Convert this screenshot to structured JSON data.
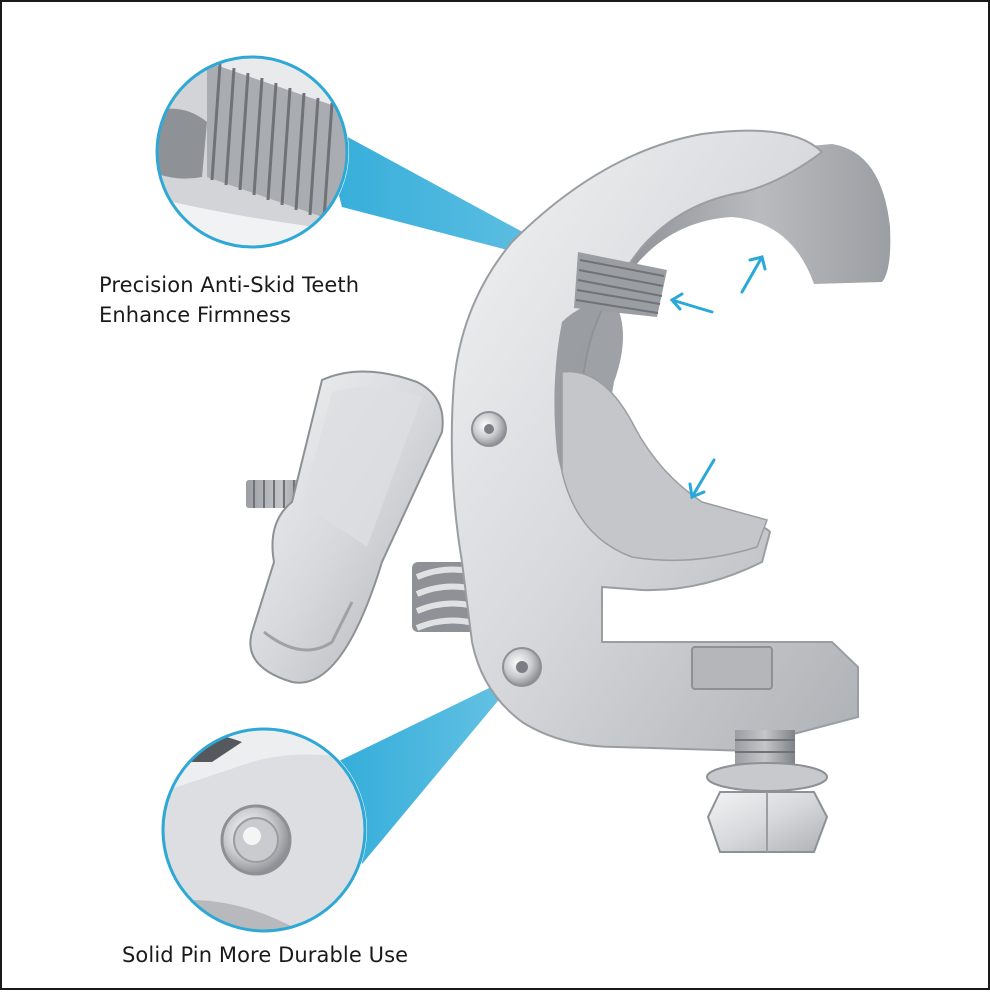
{
  "captions": {
    "teeth_line1": "Precision Anti-Skid Teeth",
    "teeth_line2": "Enhance Firmness",
    "pin": "Solid Pin More Durable Use"
  },
  "colors": {
    "accent": "#29a9d8",
    "circle_border": "#2fa8d6",
    "metal_light": "#e6e7e9",
    "metal_mid": "#c7c9cc",
    "metal_dark": "#8d9095",
    "background": "#ffffff",
    "frame": "#1a1a1a"
  },
  "icons": {
    "zoom_teeth": "magnifier-teeth-detail",
    "zoom_pin": "magnifier-pin-detail",
    "arrows": "clamp-direction-arrow"
  }
}
